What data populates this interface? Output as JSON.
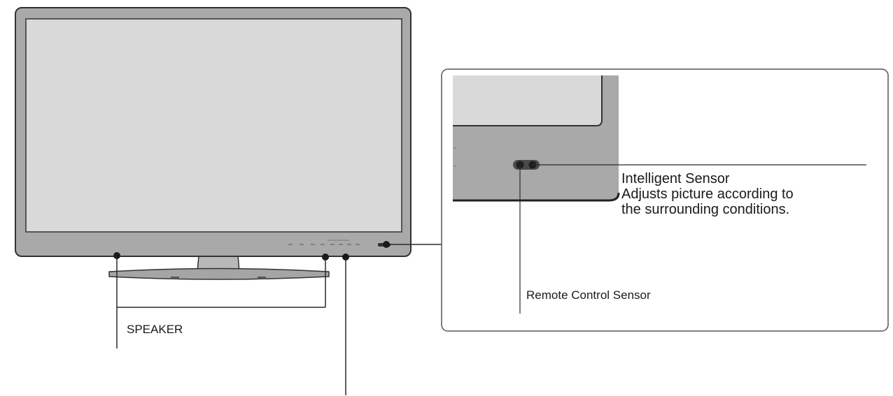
{
  "labels": {
    "speaker": "SPEAKER",
    "intelligent_sensor_title": "Intelligent Sensor",
    "intelligent_sensor_desc_1": "Adjusts picture according to",
    "intelligent_sensor_desc_2": "the surrounding conditions.",
    "remote_control_sensor": "Remote Control Sensor"
  },
  "colors": {
    "bezel": "#a9a9a9",
    "screen": "#d9d9d9",
    "outline": "#333333",
    "line": "#2b2b2b"
  }
}
